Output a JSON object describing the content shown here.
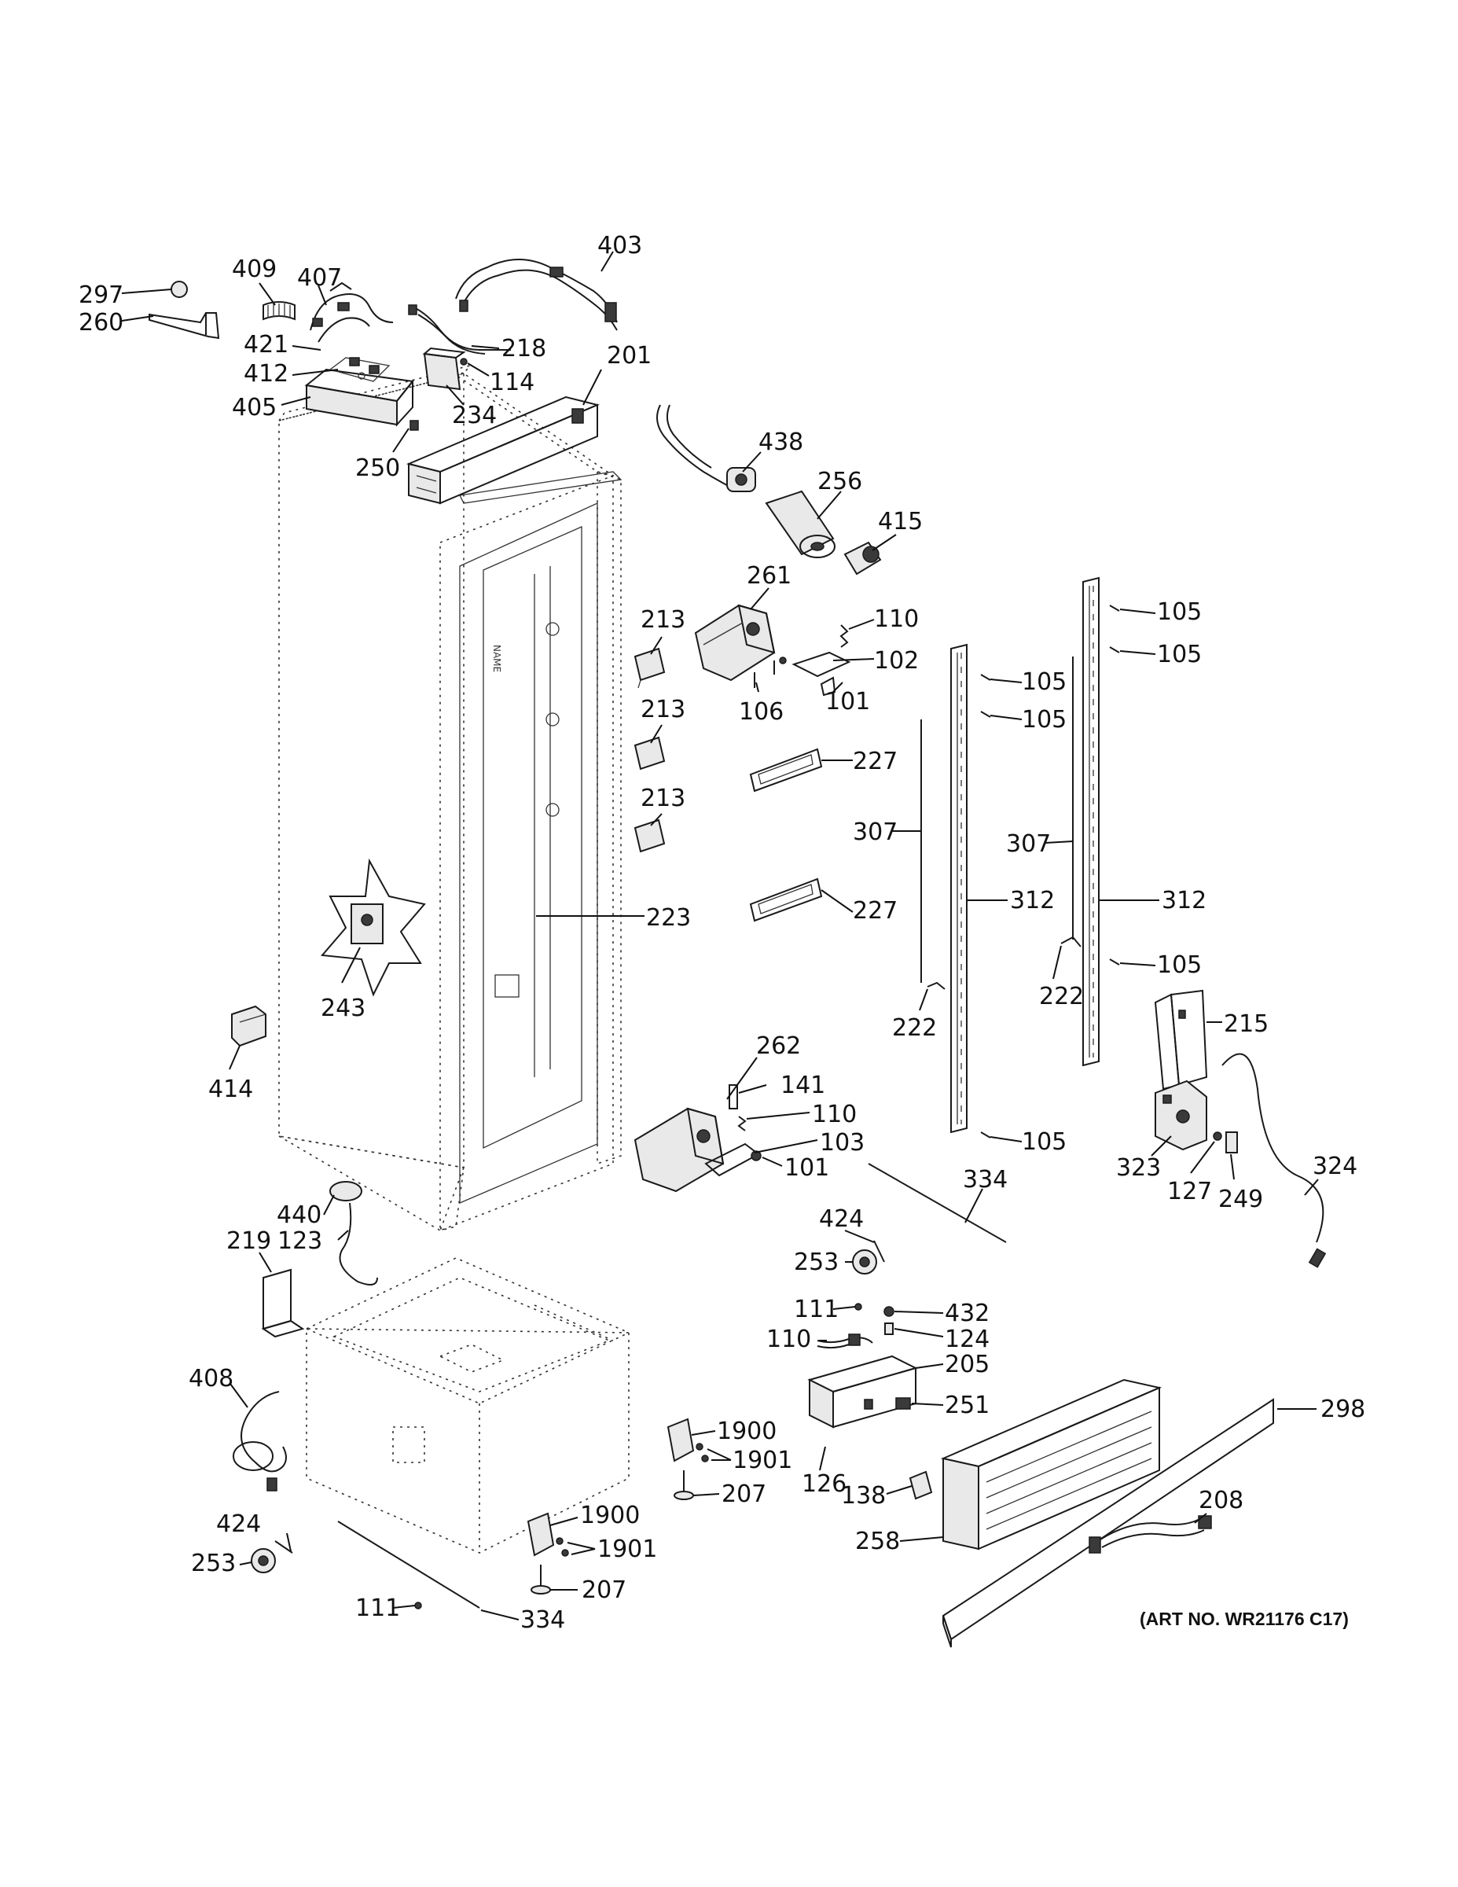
{
  "art_number": "(ART NO. WR21176 C17)",
  "callouts": {
    "c297": "297",
    "c260": "260",
    "c409": "409",
    "c407": "407",
    "c403": "403",
    "c421": "421",
    "c412": "412",
    "c405": "405",
    "c218": "218",
    "c114": "114",
    "c234": "234",
    "c201": "201",
    "c250": "250",
    "c438": "438",
    "c256": "256",
    "c415": "415",
    "c261": "261",
    "c110a": "110",
    "c102": "102",
    "c106": "106",
    "c101a": "101",
    "c213a": "213",
    "c213b": "213",
    "c213c": "213",
    "c227a": "227",
    "c227b": "227",
    "c223": "223",
    "c105a": "105",
    "c105b": "105",
    "c105c": "105",
    "c105d": "105",
    "c105e": "105",
    "c105f": "105",
    "c307a": "307",
    "c307b": "307",
    "c312a": "312",
    "c312b": "312",
    "c222a": "222",
    "c222b": "222",
    "c243": "243",
    "c414": "414",
    "c215": "215",
    "c262": "262",
    "c141": "141",
    "c110b": "110",
    "c103": "103",
    "c101b": "101",
    "c334a": "334",
    "c323": "323",
    "c127": "127",
    "c249": "249",
    "c324": "324",
    "c440": "440",
    "c219": "219",
    "c123": "123",
    "c424a": "424",
    "c253a": "253",
    "c111a": "111",
    "c432": "432",
    "c110c": "110",
    "c124": "124",
    "c205": "205",
    "c251": "251",
    "c298": "298",
    "c408": "408",
    "c1900a": "1900",
    "c1901a": "1901",
    "c207a": "207",
    "c126": "126",
    "c138": "138",
    "c258": "258",
    "c208": "208",
    "c1900b": "1900",
    "c1901b": "1901",
    "c207b": "207",
    "c424b": "424",
    "c253b": "253",
    "c111b": "111",
    "c334b": "334"
  }
}
